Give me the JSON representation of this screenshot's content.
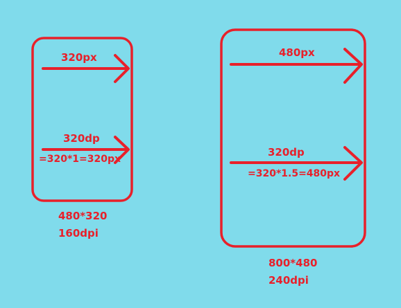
{
  "phone_small": {
    "label_px": "320px",
    "label_dp": "320dp",
    "formula": "=320*1=320px",
    "resolution": "480*320",
    "density": "160dpi"
  },
  "phone_large": {
    "label_px": "480px",
    "label_dp": "320dp",
    "formula": "=320*1.5=480px",
    "resolution": "800*480",
    "density": "240dpi"
  },
  "colors": {
    "background": "#80DBEB",
    "stroke": "#E8202A"
  }
}
